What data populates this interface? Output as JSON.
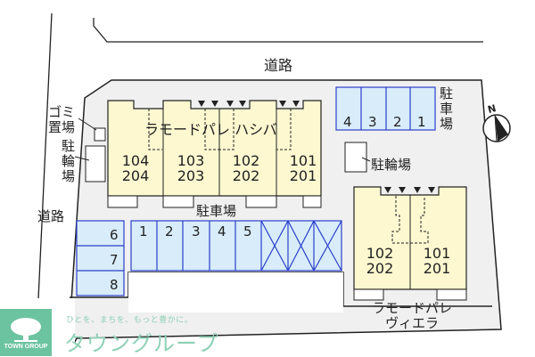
{
  "roads": {
    "top_label": "道路",
    "left_label": "道路"
  },
  "building_main": {
    "name": "ラモードパレ ハシバ",
    "units": [
      {
        "lower": "104",
        "upper": "204"
      },
      {
        "lower": "103",
        "upper": "203"
      },
      {
        "lower": "102",
        "upper": "202"
      },
      {
        "lower": "101",
        "upper": "201"
      }
    ]
  },
  "building_second": {
    "name_line1": "ラモードパレ",
    "name_line2": "ヴィエラ",
    "units": [
      {
        "lower": "102",
        "upper": "202"
      },
      {
        "lower": "101",
        "upper": "201"
      }
    ]
  },
  "parking_right": {
    "label": "駐車場",
    "spaces": [
      "4",
      "3",
      "2",
      "1"
    ]
  },
  "parking_center": {
    "label": "駐車場",
    "spaces": [
      "1",
      "2",
      "3",
      "4",
      "5"
    ],
    "crossed_out_count": 3
  },
  "parking_left": {
    "spaces": [
      "6",
      "7",
      "8"
    ]
  },
  "facilities": {
    "garbage": "ゴミ置場",
    "garbage_line1": "ゴミ",
    "garbage_line2": "置場",
    "bike_left_1": "駐",
    "bike_left_2": "輪",
    "bike_left_3": "場",
    "bike_right": "駐輪場"
  },
  "compass": {
    "label": "N"
  },
  "logo": {
    "caption": "TOWN GROUP",
    "tagline": "ひとを、まちを、もっと豊かに。",
    "brand": "タウングループ"
  },
  "colors": {
    "lot": "#f0f0f0",
    "building": "#fdf8d0",
    "parking_fill": "#d8ecfa",
    "parking_stroke": "#2b3fcc",
    "logo_green": "#6cc3a0"
  }
}
